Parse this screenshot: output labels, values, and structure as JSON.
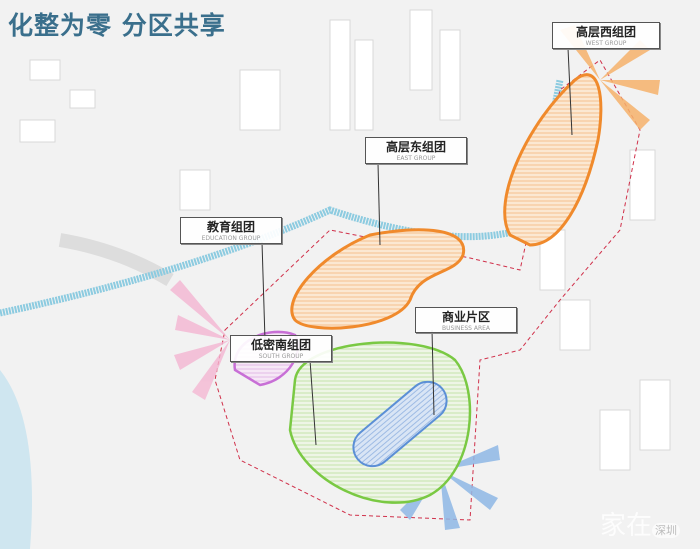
{
  "title": "化整为零 分区共享",
  "labels": {
    "west": {
      "cn": "高层西组团",
      "en": "WEST GROUP"
    },
    "east": {
      "cn": "高层东组团",
      "en": "EAST GROUP"
    },
    "education": {
      "cn": "教育组团",
      "en": "EDUCATION GROUP"
    },
    "south": {
      "cn": "低密南组团",
      "en": "SOUTH GROUP"
    },
    "business": {
      "cn": "商业片区",
      "en": "BUSINESS AREA"
    }
  },
  "watermark": {
    "main": "家在",
    "sub": "深圳"
  },
  "colors": {
    "west": "#f08a2c",
    "east": "#f08a2c",
    "south": "#7ac943",
    "education": "#c86fd6",
    "business": "#5b8fd6",
    "river": "#8ccbe0",
    "title": "#3a6f8c"
  }
}
